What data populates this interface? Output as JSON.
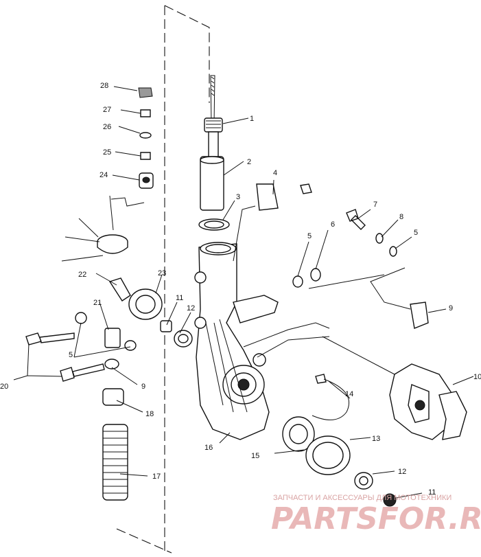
{
  "labels": {
    "p1": "1",
    "p2": "2",
    "p3": "3",
    "p4": "4",
    "p5a": "5",
    "p5b": "5",
    "p5c": "5",
    "p6": "6",
    "p7": "7",
    "p8": "8",
    "p9a": "9",
    "p9b": "9",
    "p10": "10",
    "p11a": "11",
    "p11b": "11",
    "p12a": "12",
    "p12b": "12",
    "p13": "13",
    "p14": "14",
    "p15": "15",
    "p16": "16",
    "p17": "17",
    "p18": "18",
    "p20": "20",
    "p21": "21",
    "p22": "22",
    "p23": "23",
    "p24": "24",
    "p25": "25",
    "p26": "26",
    "p27": "27",
    "p28": "28"
  },
  "watermark": {
    "tagline": "ЗАПЧАСТИ И АКСЕССУАРЫ ДЛЯ МОТОТЕХНИКИ",
    "logo": "PARTSFOR.RU"
  }
}
